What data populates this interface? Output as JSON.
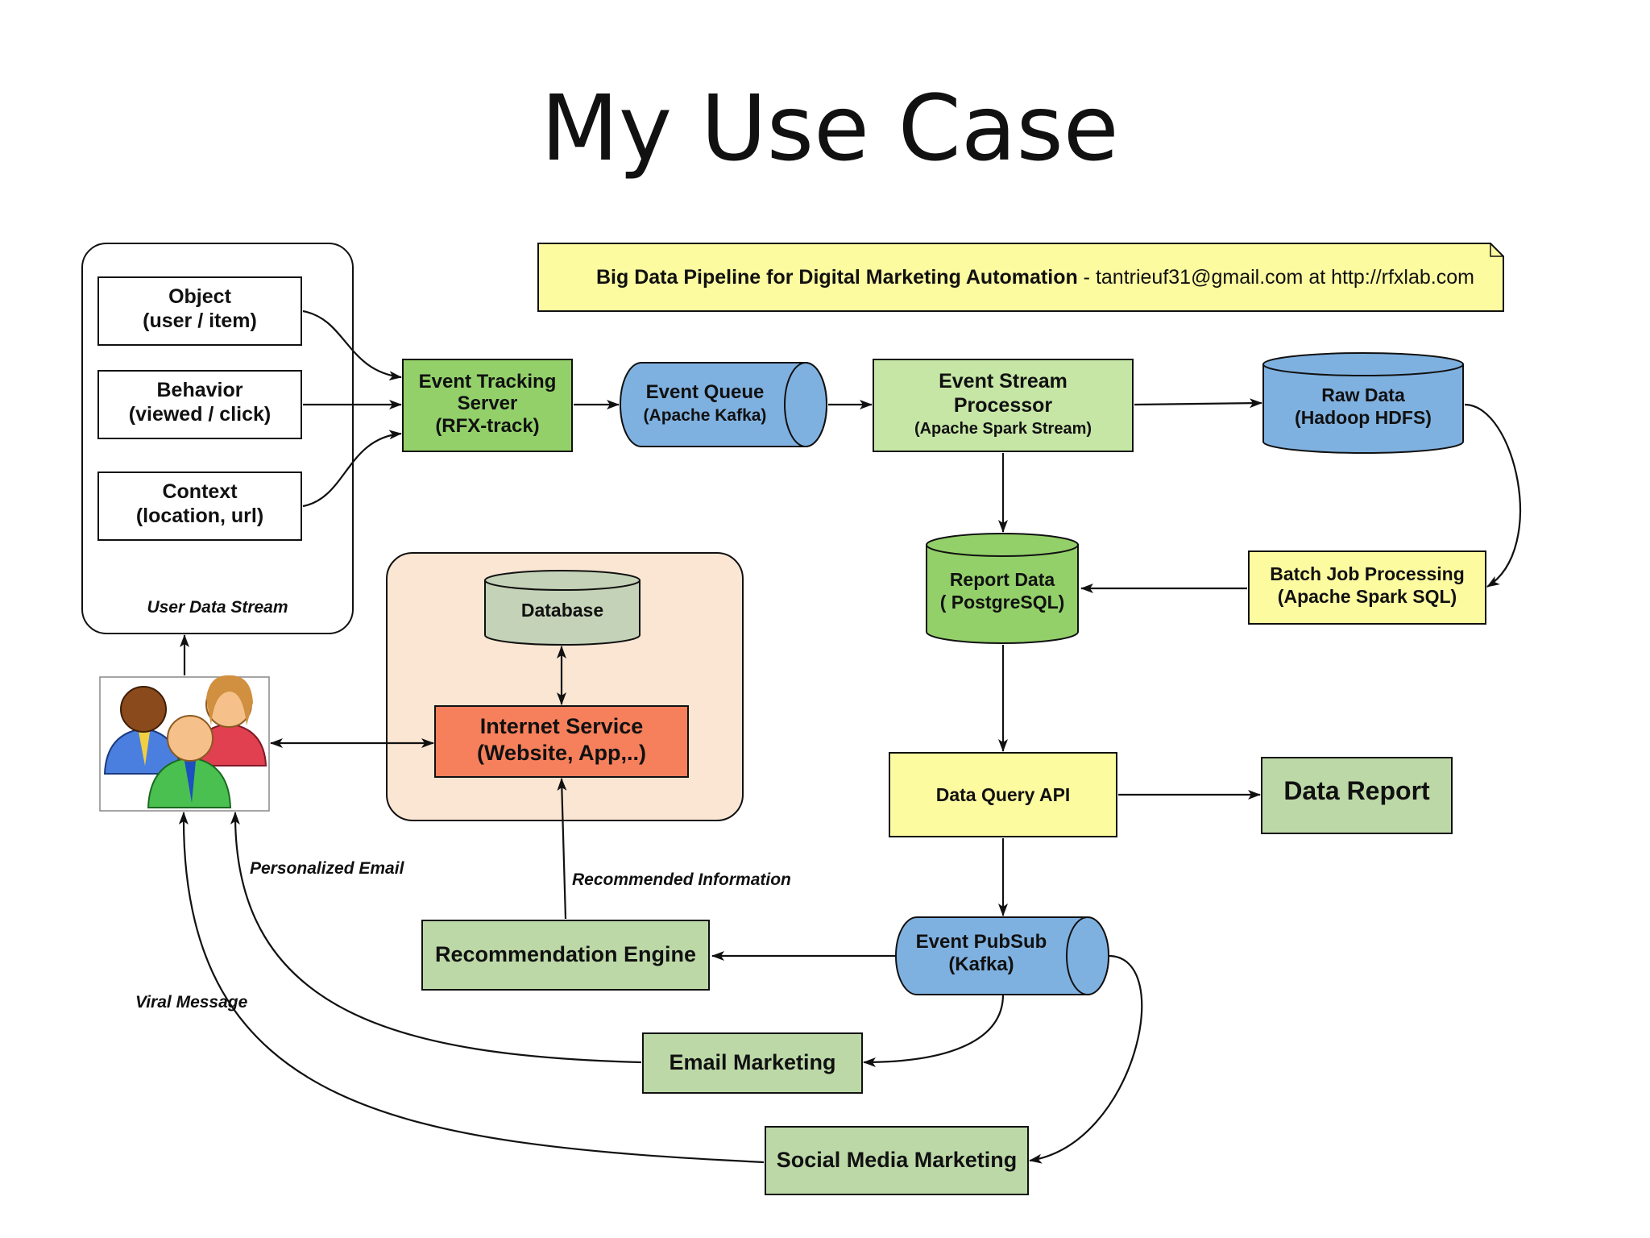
{
  "title": "My Use Case",
  "banner": {
    "bold": "Big Data Pipeline for Digital Marketing Automation",
    "rest": " - tantrieuf31@gmail.com at http://rfxlab.com"
  },
  "user_stream": {
    "object": [
      "Object",
      "(user / item)"
    ],
    "behavior": [
      "Behavior",
      "(viewed / click)"
    ],
    "context": [
      "Context",
      "(location, url)"
    ],
    "caption": "User Data Stream"
  },
  "nodes": {
    "event_tracking": [
      "Event Tracking",
      "Server",
      "(RFX-track)"
    ],
    "event_queue": [
      "Event Queue",
      "(Apache Kafka)"
    ],
    "event_stream": [
      "Event Stream",
      "Processor",
      "(Apache Spark Stream)"
    ],
    "raw_data": [
      "Raw Data",
      "(Hadoop HDFS)"
    ],
    "report_data": [
      "Report Data",
      "( PostgreSQL)"
    ],
    "batch_job": [
      "Batch Job Processing",
      "(Apache Spark SQL)"
    ],
    "database": "Database",
    "internet_service": [
      "Internet Service",
      "(Website, App,..)"
    ],
    "data_query_api": "Data Query API",
    "data_report": "Data Report",
    "event_pubsub": [
      "Event PubSub",
      "(Kafka)"
    ],
    "recommendation_engine": "Recommendation Engine",
    "email_marketing": "Email Marketing",
    "social_media_marketing": "Social Media Marketing"
  },
  "edge_labels": {
    "recommended_information": "Recommended Information",
    "personalized_email": "Personalized Email",
    "viral_message": "Viral Message"
  },
  "colors": {
    "green_box": "#93d06a",
    "light_green": "#c6e6a6",
    "sage": "#bcd8a7",
    "blue_cyl": "#7fb1e0",
    "yellow": "#fdfba0",
    "peach": "#fae6d3",
    "orange": "#f7805c",
    "db_gray": "#c4d2b7"
  },
  "icons": {
    "users": "users-group-icon"
  }
}
